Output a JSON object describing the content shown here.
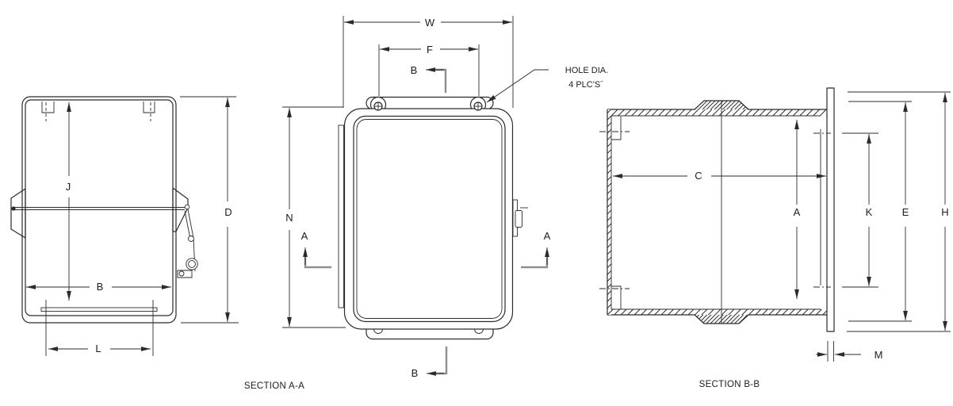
{
  "colors": {
    "line": "#2b2b2b",
    "text": "#1c1c1c",
    "cut_line": "#8e8e8e",
    "background": "#ffffff"
  },
  "views": {
    "side": {
      "dims": {
        "J": "J",
        "D": "D",
        "B": "B",
        "L": "L"
      }
    },
    "front": {
      "caption": "SECTION A-A",
      "dims": {
        "W": "W",
        "F": "F",
        "N": "N"
      },
      "cut_labels": {
        "a_left": "A",
        "a_right": "A",
        "b_top": "B",
        "b_bottom": "B"
      },
      "note": {
        "line1": "HOLE DIA.",
        "line2": "4 PLC'Sˉ"
      }
    },
    "end": {
      "caption": "SECTION B-B",
      "dims": {
        "C": "C",
        "A": "A",
        "K": "K",
        "E": "E",
        "H": "H",
        "M": "M"
      }
    }
  }
}
